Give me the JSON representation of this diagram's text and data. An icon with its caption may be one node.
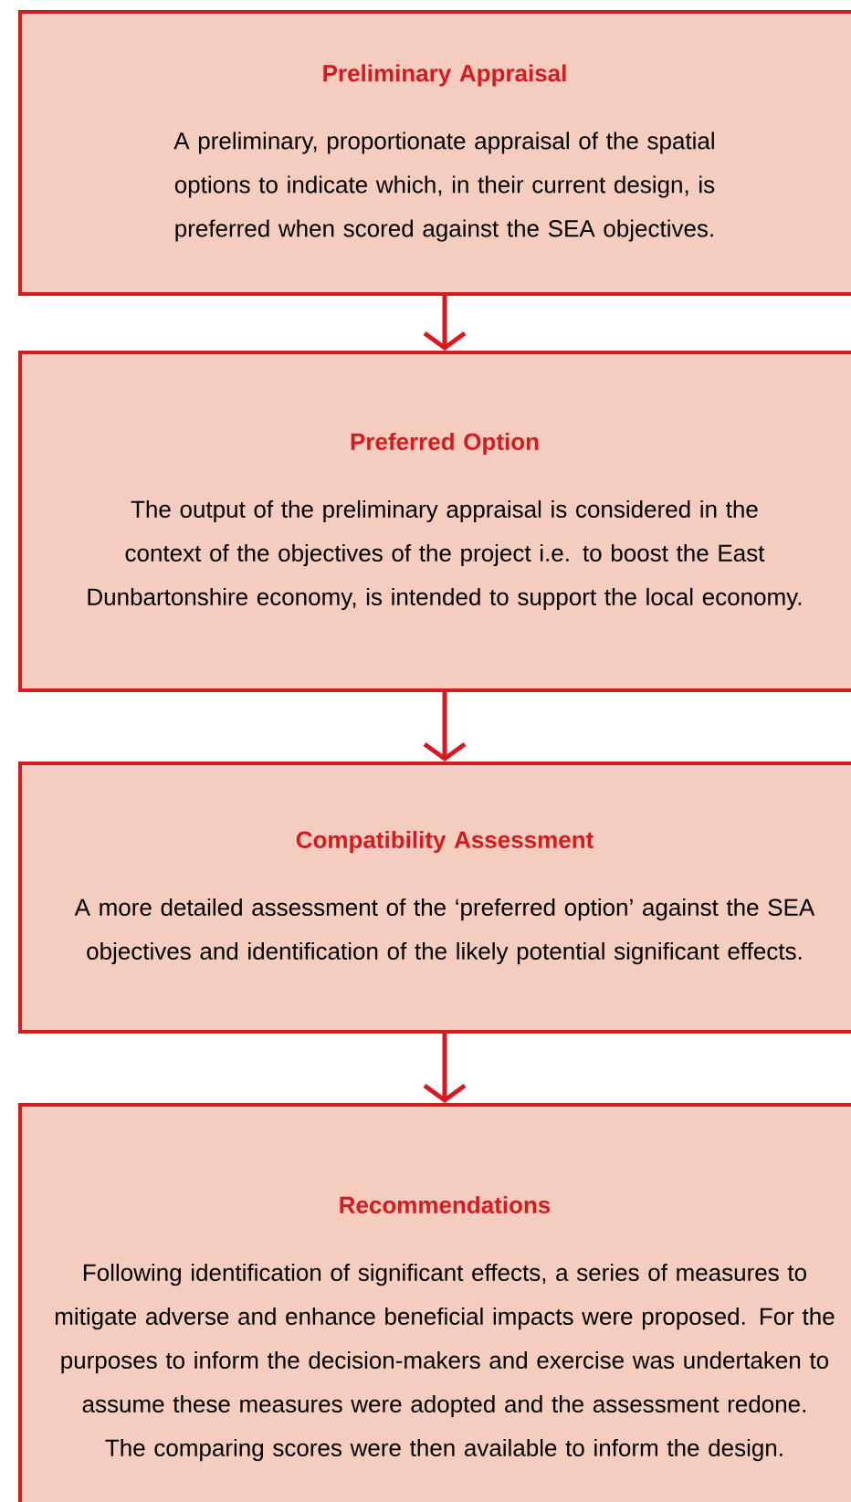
{
  "diagram": {
    "nodes": [
      {
        "text": [
          "Preliminary Appraisal",
          "A preliminary, proportionate appraisal of the spatial options to indicate which, in their current design, is preferred when scored against the SEA objectives."
        ]
      },
      {
        "text": [
          "Preferred Option",
          "The output of the preliminary appraisal is considered in the context of the objectives of the project i.e. to boost the East Dunbartonshire economy, is intended to support the local economy."
        ]
      },
      {
        "text": [
          "Compatibility Assessment",
          "A more detailed assessment of the ‘preferred option’ against the SEA objectives and identification of the likely potential significant effects."
        ]
      },
      {
        "text": [
          "Recommendations",
          "Following identification of significant effects, a series of measures to mitigate adverse and enhance beneficial impacts were proposed. For the purposes to inform the decision-makers and exercise was undertaken to assume these measures were adopted and the assessment redone. The comparing scores were then available to inform the design."
        ]
      }
    ],
    "edges": [
      {
        "from": 0,
        "to": 1,
        "arrow": "to"
      },
      {
        "from": 1,
        "to": 2,
        "arrow": "to"
      },
      {
        "from": 2,
        "to": 3,
        "arrow": "to"
      }
    ]
  }
}
